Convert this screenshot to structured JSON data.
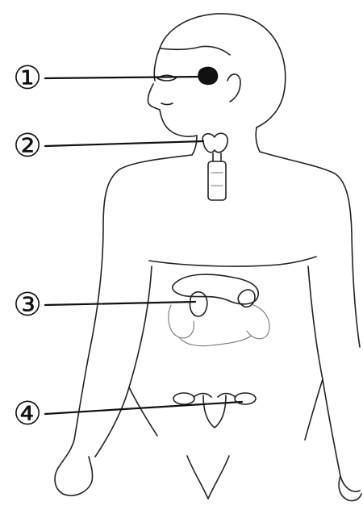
{
  "labels": [
    "①",
    "②",
    "③",
    "④"
  ],
  "colors": {
    "ink": "#111111",
    "faint": "#777777",
    "background": "#ffffff"
  },
  "parts": [
    "pituitary-gland",
    "thyroid-gland",
    "adrenal-pancreas-region",
    "ovaries-uterus"
  ]
}
